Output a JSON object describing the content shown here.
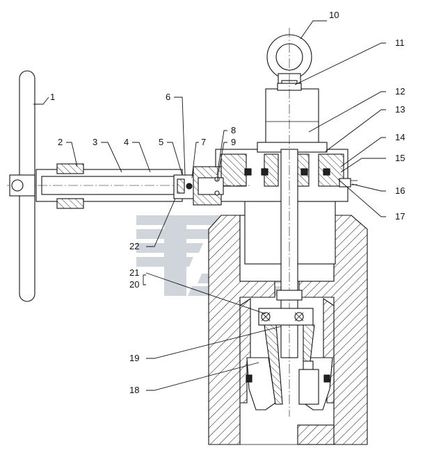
{
  "diagram": {
    "callouts": [
      {
        "id": "1",
        "text": "1"
      },
      {
        "id": "2",
        "text": "2"
      },
      {
        "id": "3",
        "text": "3"
      },
      {
        "id": "4",
        "text": "4"
      },
      {
        "id": "5",
        "text": "5"
      },
      {
        "id": "6",
        "text": "6"
      },
      {
        "id": "7",
        "text": "7"
      },
      {
        "id": "8",
        "text": "8"
      },
      {
        "id": "9",
        "text": "9"
      },
      {
        "id": "10",
        "text": "10"
      },
      {
        "id": "11",
        "text": "11"
      },
      {
        "id": "12",
        "text": "12"
      },
      {
        "id": "13",
        "text": "13"
      },
      {
        "id": "14",
        "text": "14"
      },
      {
        "id": "15",
        "text": "15"
      },
      {
        "id": "16",
        "text": "16"
      },
      {
        "id": "17",
        "text": "17"
      },
      {
        "id": "18",
        "text": "18"
      },
      {
        "id": "19",
        "text": "19"
      },
      {
        "id": "20",
        "text": "20"
      },
      {
        "id": "21",
        "text": "21"
      },
      {
        "id": "22",
        "text": "22"
      }
    ],
    "colors": {
      "line": "#111111",
      "hatch": "#111111",
      "background": "#ffffff",
      "part_fill": "#e6e6e6",
      "seal_fill": "#222222",
      "watermark": "#a9b3bf"
    }
  }
}
